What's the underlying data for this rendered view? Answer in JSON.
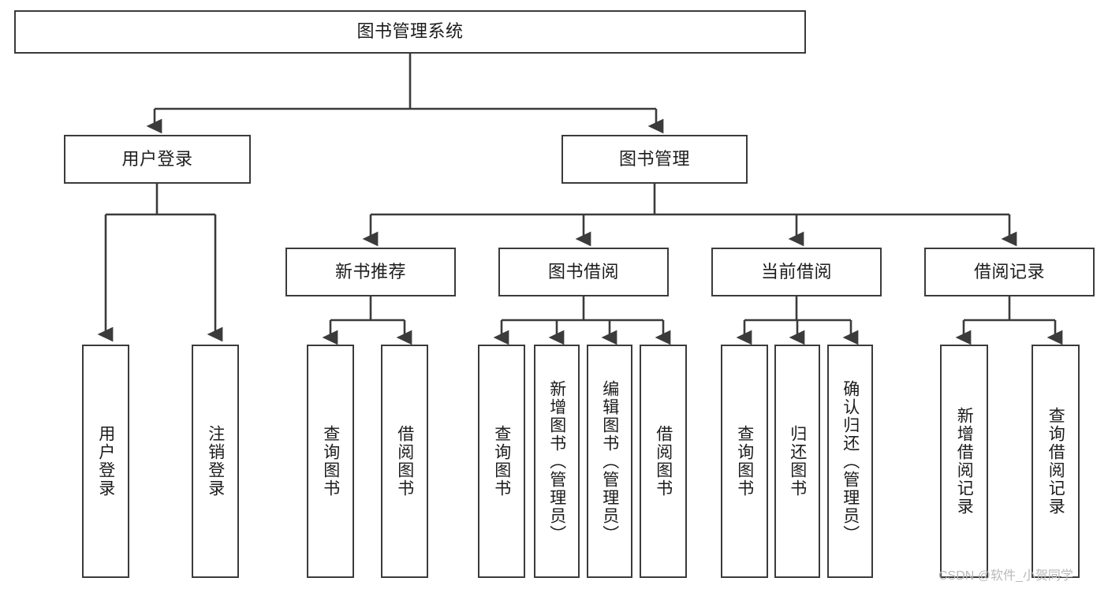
{
  "diagram": {
    "type": "tree-hierarchy",
    "title": "图书管理系统",
    "watermark": "CSDN @软件_小贺同学",
    "colors": {
      "stroke": "#3b3b3b",
      "box_fill": "#ffffff",
      "text": "#1c1c1c",
      "watermark": "#b9b9b9",
      "background": "#ffffff"
    },
    "levels": {
      "root": {
        "label": "图书管理系统"
      },
      "level2": [
        {
          "label": "用户登录"
        },
        {
          "label": "图书管理"
        }
      ],
      "level3": [
        {
          "label": "新书推荐"
        },
        {
          "label": "图书借阅"
        },
        {
          "label": "当前借阅"
        },
        {
          "label": "借阅记录"
        }
      ],
      "level4": [
        {
          "label": "用户登录",
          "parent": "用户登录"
        },
        {
          "label": "注销登录",
          "parent": "用户登录"
        },
        {
          "label": "查询图书",
          "parent": "新书推荐"
        },
        {
          "label": "借阅图书",
          "parent": "新书推荐"
        },
        {
          "label": "查询图书",
          "parent": "图书借阅"
        },
        {
          "label": "新增图书（管理员）",
          "parent": "图书借阅"
        },
        {
          "label": "编辑图书（管理员）",
          "parent": "图书借阅"
        },
        {
          "label": "借阅图书",
          "parent": "图书借阅"
        },
        {
          "label": "查询图书",
          "parent": "当前借阅"
        },
        {
          "label": "归还图书",
          "parent": "当前借阅"
        },
        {
          "label": "确认归还（管理员）",
          "parent": "当前借阅"
        },
        {
          "label": "新增借阅记录",
          "parent": "借阅记录"
        },
        {
          "label": "查询借阅记录",
          "parent": "借阅记录"
        }
      ]
    }
  }
}
